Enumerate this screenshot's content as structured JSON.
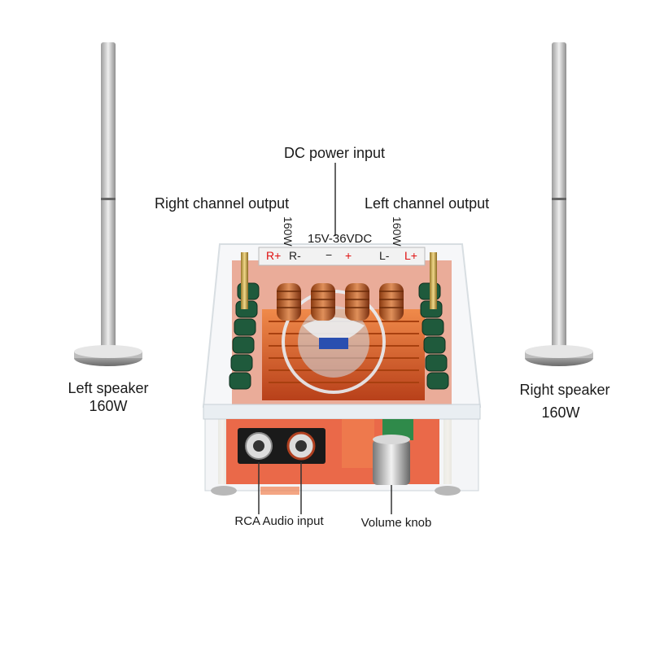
{
  "labels": {
    "dc_power": "DC power input",
    "right_channel": "Right channel output",
    "left_channel": "Left channel output",
    "voltage": "15V-36VDC",
    "power_right": "160W",
    "power_left": "160W",
    "left_speaker": "Left speaker",
    "left_speaker_w": "160W",
    "right_speaker": "Right speaker",
    "right_speaker_w": "160W",
    "rca": "RCA Audio input",
    "volume": "Volume knob"
  },
  "terminals": {
    "r_plus": "R+",
    "r_minus": "R-",
    "minus": "−",
    "plus": "+",
    "l_minus": "L-",
    "l_plus": "L+"
  },
  "colors": {
    "terminal_red": "#e01010",
    "heatsink": "#d85a28",
    "capacitor": "#1f5a3c",
    "speaker": "#cfcfcf"
  }
}
